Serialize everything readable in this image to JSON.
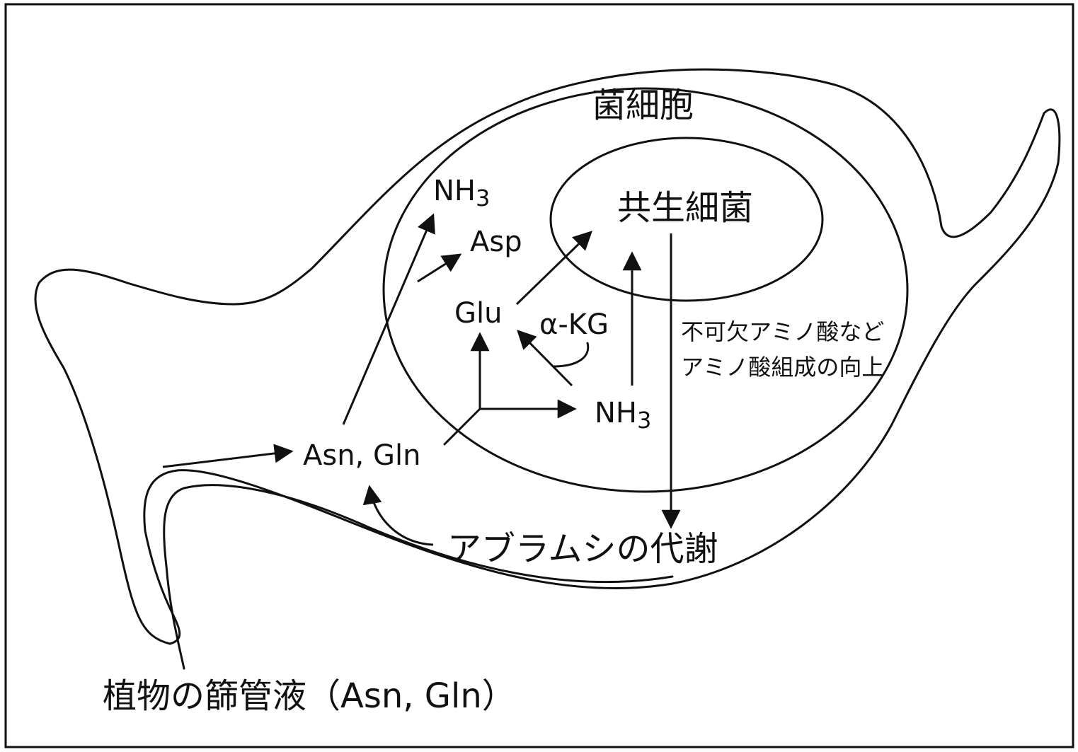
{
  "labels": {
    "bacteriocyte": "菌細胞",
    "symbiont": "共生細菌",
    "nh3_top": "NH",
    "nh3_top_sub": "3",
    "asp": "Asp",
    "glu": "Glu",
    "akg": "α-KG",
    "nh3_mid": "NH",
    "nh3_mid_sub": "3",
    "asn_gln": "Asn, Gln",
    "essential_line1": "不可欠アミノ酸など",
    "essential_line2": "アミノ酸組成の向上",
    "metabolism": "アブラムシの代謝",
    "phloem": "植物の篩管液（Asn, Gln）"
  },
  "colors": {
    "ink": "#111111",
    "background": "#ffffff"
  }
}
